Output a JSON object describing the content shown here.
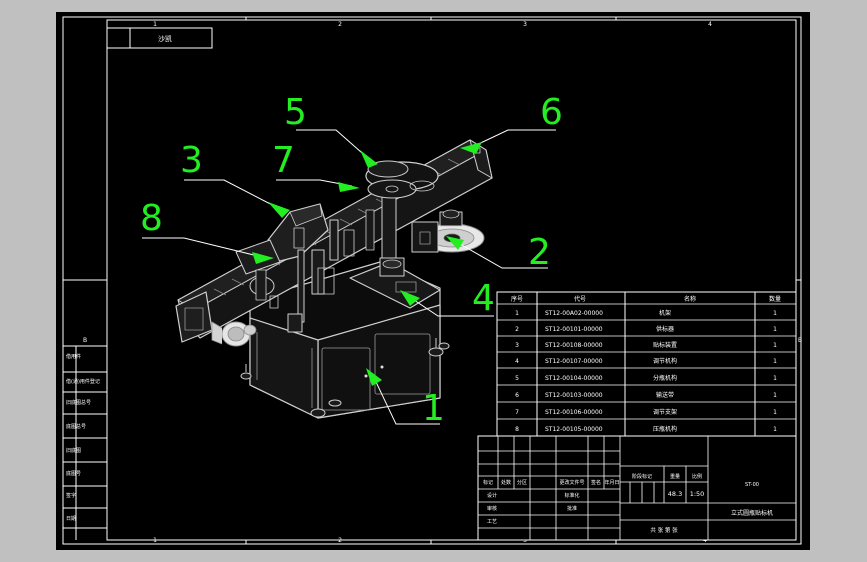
{
  "drawing": {
    "stamp": "沙凯",
    "zone_cols": [
      "1",
      "2",
      "3",
      "4"
    ],
    "zone_rows": [
      "B"
    ],
    "callouts": [
      "1",
      "2",
      "3",
      "4",
      "5",
      "6",
      "7",
      "8"
    ]
  },
  "side_stamps": [
    "借(通)用件登记",
    "旧底图总号",
    "底图总号",
    "签字",
    "日期"
  ],
  "bom": {
    "headers": [
      "序号",
      "代号",
      "名称",
      "数量"
    ],
    "rows": [
      {
        "no": "1",
        "code": "ST12-00A02-00000",
        "name": "机架",
        "qty": "1"
      },
      {
        "no": "2",
        "code": "ST12-00101-00000",
        "name": "供标器",
        "qty": "1"
      },
      {
        "no": "3",
        "code": "ST12-00108-00000",
        "name": "贴标装置",
        "qty": "1"
      },
      {
        "no": "4",
        "code": "ST12-00107-00000",
        "name": "调节机构",
        "qty": "1"
      },
      {
        "no": "5",
        "code": "ST12-00104-00000",
        "name": "分瓶机构",
        "qty": "1"
      },
      {
        "no": "6",
        "code": "ST12-00103-00000",
        "name": "输送带",
        "qty": "1"
      },
      {
        "no": "7",
        "code": "ST12-00106-00000",
        "name": "调节支架",
        "qty": "1"
      },
      {
        "no": "8",
        "code": "ST12-00105-00000",
        "name": "压瓶机构",
        "qty": "1"
      }
    ]
  },
  "title_block": {
    "rev_headers": [
      "标记",
      "处数",
      "分区",
      "更改文件号",
      "签名",
      "年月日"
    ],
    "row_labels": [
      "设计",
      "审核",
      "工艺"
    ],
    "mid_labels": [
      "标准化",
      "批准"
    ],
    "stage_header": "阶段标记",
    "weight_header": "重量",
    "scale_header": "比例",
    "weight": "48.3",
    "scale": "1:50",
    "drawing_code": "ST-00",
    "title": "立式圆瓶贴标机",
    "sheet_text": "共  张 第  张"
  }
}
